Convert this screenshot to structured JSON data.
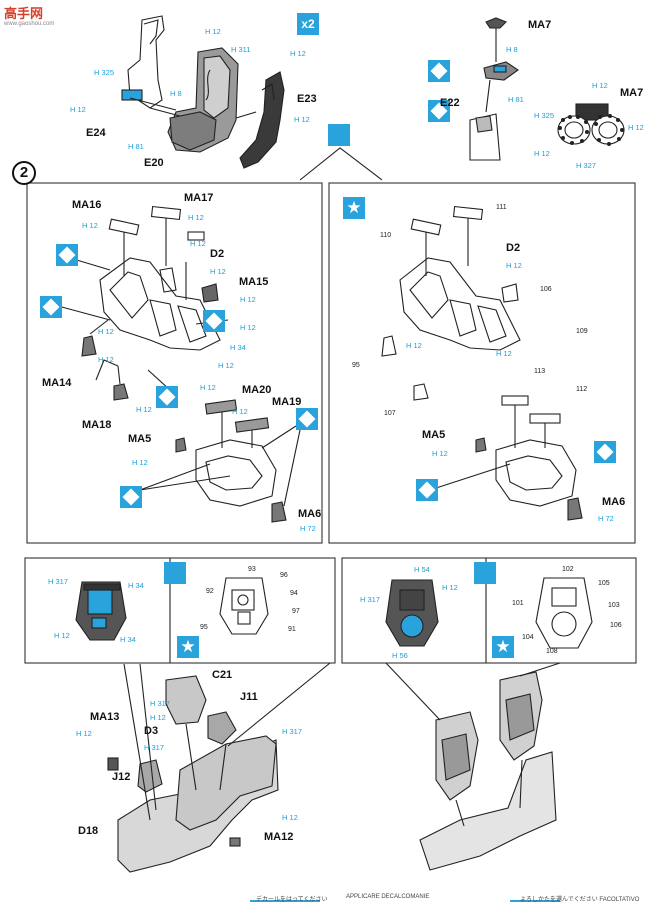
{
  "watermark": {
    "logo_text": "高手网",
    "sub_text": "www.gaoshou.com"
  },
  "step_number": "2",
  "multiplier": "x2",
  "footer": {
    "left": "デカールをはってください",
    "middle": "APPLICARE DECALCOMANIE",
    "right": "よろしかたを選んでください FACOLTATIVO"
  },
  "top_left": {
    "parts": {
      "e24": "E24",
      "e20": "E20",
      "e23": "E23"
    },
    "codes": {
      "h325": "H 325",
      "h12_a": "H 12",
      "h12_b": "H 12",
      "h311": "H 311",
      "h8": "H 8",
      "h81": "H 81",
      "h12_c": "H 12",
      "h12_d": "H 12"
    }
  },
  "top_right": {
    "parts": {
      "ma7_a": "MA7",
      "e22": "E22",
      "ma7_b": "MA7"
    },
    "codes": {
      "h8": "H 8",
      "h81": "H 81",
      "h12_a": "H 12",
      "h325": "H 325",
      "h12_b": "H 12",
      "h327": "H 327",
      "h12_c": "H 12"
    }
  },
  "left_panel": {
    "parts": {
      "ma16": "MA16",
      "ma17": "MA17",
      "d2": "D2",
      "ma15": "MA15",
      "ma14": "MA14",
      "ma18": "MA18",
      "ma20": "MA20",
      "ma19": "MA19",
      "ma5": "MA5",
      "ma6": "MA6"
    },
    "codes": {
      "c1": "H 12",
      "c2": "H 12",
      "c3": "H 12",
      "c4": "H 12",
      "c5": "H 12",
      "c6": "H 12",
      "c7": "H 12",
      "c8": "H 34",
      "c9": "H 12",
      "c10": "H 12",
      "c11": "H 12",
      "c12": "H 12",
      "c13": "H 12",
      "c14": "H 12",
      "c15": "H 72"
    }
  },
  "right_panel": {
    "parts": {
      "d2": "D2",
      "ma5": "MA5",
      "ma6": "MA6"
    },
    "codes": {
      "c1": "H 12",
      "c2": "H 12",
      "c3": "H 12",
      "c4": "H 12",
      "c5": "H 72"
    },
    "decals": {
      "n111": "111",
      "n110": "110",
      "n106": "106",
      "n109": "109",
      "n95": "95",
      "n107": "107",
      "n113": "113",
      "n112": "112"
    }
  },
  "bottom_left": {
    "parts": {
      "c21": "C21",
      "j11": "J11",
      "d3": "D3",
      "ma13": "MA13",
      "j12": "J12",
      "d18": "D18",
      "ma12": "MA12"
    },
    "codes": {
      "c1": "H 317",
      "c2": "H 34",
      "c3": "H 12",
      "c4": "H 34",
      "c5": "H 317",
      "c6": "H 12",
      "c7": "H 12",
      "c8": "H 317",
      "c9": "H 317",
      "c10": "H 12"
    },
    "decals": {
      "n93": "93",
      "n92": "92",
      "n96": "96",
      "n94": "94",
      "n97": "97",
      "n95": "95",
      "n91": "91"
    }
  },
  "bottom_right": {
    "codes": {
      "c1": "H 54",
      "c2": "H 317",
      "c3": "H 12",
      "c4": "H 56"
    },
    "decals": {
      "n102": "102",
      "n105": "105",
      "n101": "101",
      "n103": "103",
      "n104": "104",
      "n106": "106",
      "n108": "108"
    }
  }
}
